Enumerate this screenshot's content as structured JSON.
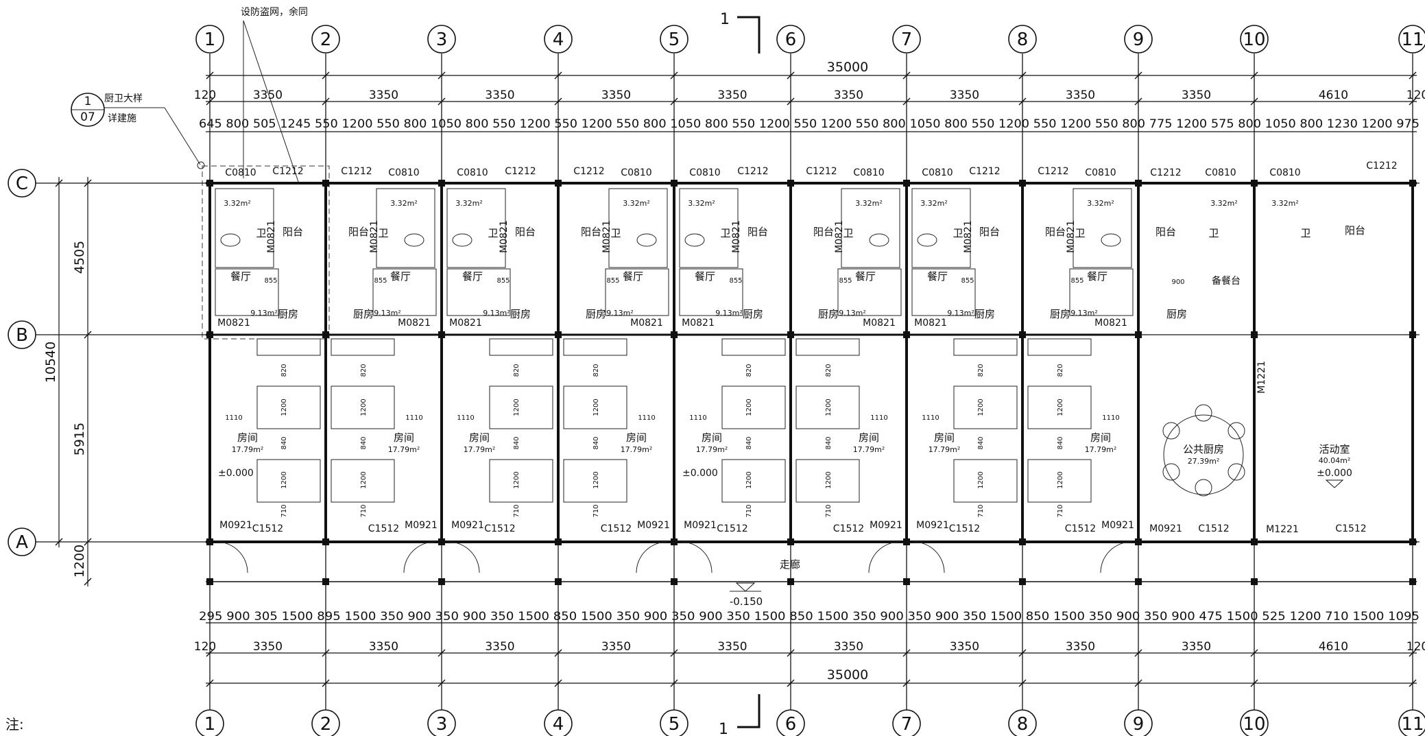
{
  "drawing": {
    "title_mark": "1",
    "section_mark_top": "1",
    "section_mark_bottom": "1",
    "axes_x": [
      "1",
      "2",
      "3",
      "4",
      "5",
      "6",
      "7",
      "8",
      "9",
      "10",
      "11"
    ],
    "axes_y": [
      "C",
      "B",
      "A"
    ],
    "total_width": "35000",
    "bay_dims_top": [
      "120",
      "3350",
      "3350",
      "3350",
      "3350",
      "3350",
      "3350",
      "3350",
      "3350",
      "3350",
      "4610",
      "120"
    ],
    "bay_dims_bottom": [
      "120",
      "3350",
      "3350",
      "3350",
      "3350",
      "3350",
      "3350",
      "3350",
      "3350",
      "3350",
      "4610",
      "120"
    ],
    "detail_dims_top": "645 800 505 1245 550 1200 550 800 1050 800 550 1200 550 1200 550 800 1050 800 550 1200 550 1200 550 800 1050 800 550 1200 550 1200 550 800 775 1200 575 800 1050 800 1230 1200 975",
    "detail_dims_bottom": "295 900 305 1500 895 1500 350 900 350 900 350 1500 850 1500 350 900 350 900 350 1500 850 1500 350 900 350 900 350 1500 850 1500 350 900 350 900 475 1500 525 1200 710 1500 1095",
    "vert_dims": {
      "total": "10540",
      "c_b": "4505",
      "b_a": "5915",
      "corridor": "1200"
    },
    "annotation_top": "设防盗网，余同",
    "detail_ref_num": "1",
    "detail_ref_sheet": "07",
    "detail_ref_title": "厨卫大样",
    "detail_ref_sub": "详建施",
    "note": "注:",
    "labels": {
      "balcony": "阳台",
      "toilet": "卫",
      "dining": "餐厅",
      "kitchen": "厨房",
      "room": "房间",
      "corridor": "走廊",
      "public_kitchen": "公共厨房",
      "activity": "活动室",
      "prep": "备餐台"
    },
    "areas": {
      "toilet": "3.32m²",
      "kitchen": "9.13m²",
      "room": "17.79m²",
      "public_kitchen": "27.39m²",
      "activity": "40.04m²"
    },
    "codes": {
      "c0810": "C0810",
      "c1212": "C1212",
      "c1512": "C1512",
      "m0821": "M0821",
      "m0921": "M0921",
      "m1221": "M1221"
    },
    "levels": {
      "floor": "±0.000",
      "corridor": "-0.150"
    },
    "inner_dims": {
      "d855": "855",
      "d900": "900",
      "d820": "820",
      "d1200": "1200",
      "d840": "840",
      "d710": "710",
      "d1110": "1110"
    }
  }
}
